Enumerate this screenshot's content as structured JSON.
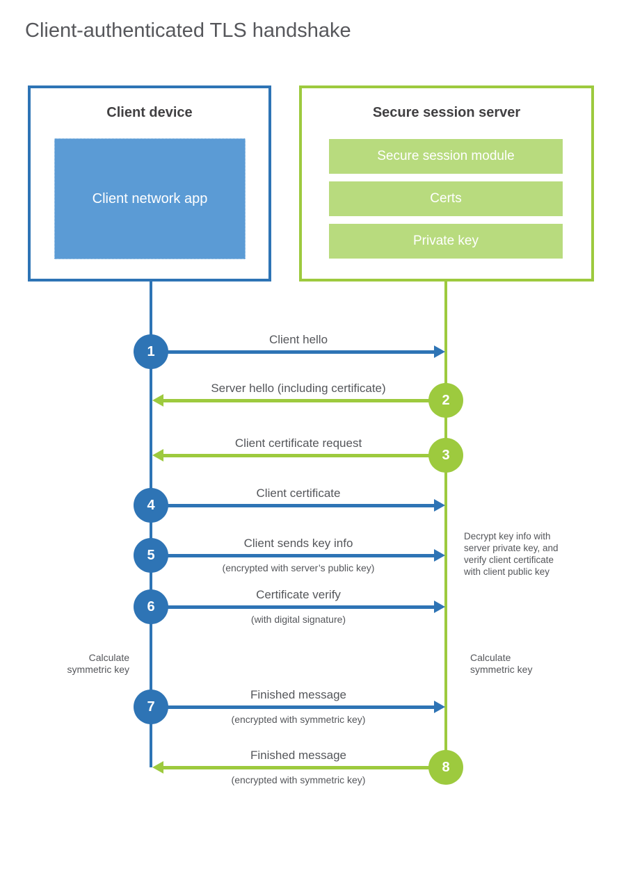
{
  "title": "Client-authenticated TLS handshake",
  "colors": {
    "blue_stroke": "#2e74b5",
    "blue_fill": "#5b9bd5",
    "green_stroke": "#9dca3e",
    "green_fill": "#b8db7e",
    "text_dark": "#414042",
    "text_gray": "#54565a"
  },
  "client_box": {
    "title": "Client device",
    "app_label": "Client network app"
  },
  "server_box": {
    "title": "Secure session server",
    "modules": [
      "Secure session module",
      "Certs",
      "Private key"
    ]
  },
  "steps": [
    {
      "num": "1",
      "label": "Client hello",
      "direction": "right"
    },
    {
      "num": "2",
      "label": "Server hello (including certificate)",
      "direction": "left"
    },
    {
      "num": "3",
      "label": "Client certificate request",
      "direction": "left"
    },
    {
      "num": "4",
      "label": "Client certificate",
      "direction": "right"
    },
    {
      "num": "5",
      "label": "Client sends key info",
      "sub": "(encrypted with server’s public key)",
      "direction": "right"
    },
    {
      "num": "6",
      "label": "Certificate verify",
      "sub": "(with digital signature)",
      "direction": "right"
    },
    {
      "num": "7",
      "label": "Finished message",
      "sub": "(encrypted with symmetric key)",
      "direction": "right"
    },
    {
      "num": "8",
      "label": "Finished message",
      "sub": "(encrypted with symmetric key)",
      "direction": "left"
    }
  ],
  "annotations": {
    "decrypt_note_lines": [
      "Decrypt key info with",
      "server private key, and",
      "verify client certificate",
      "with client public key"
    ],
    "calc_left": "Calculate symmetric key",
    "calc_right": "Calculate symmetric key"
  }
}
